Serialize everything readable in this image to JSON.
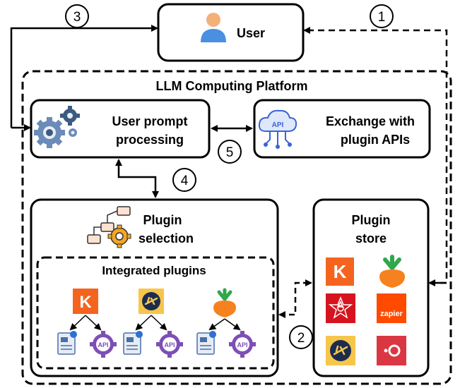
{
  "labels": {
    "user": "User",
    "platform": "LLM Computing Platform",
    "prompt_line1": "User prompt",
    "prompt_line2": "processing",
    "exchange_line1": "Exchange with",
    "exchange_line2": "plugin APIs",
    "selection_line1": "Plugin",
    "selection_line2": "selection",
    "integrated": "Integrated plugins",
    "store_line1": "Plugin",
    "store_line2": "store"
  },
  "steps": [
    "1",
    "2",
    "3",
    "4",
    "5"
  ],
  "icon_texts": {
    "kayak_letter": "K",
    "api": "API",
    "cloud_api": "API",
    "zapier": "zapier"
  },
  "colors": {
    "kayak": "#f4641e",
    "expedia": "#f6c64b",
    "expedia_plane": "#1c2c4e",
    "instacart_orange": "#f5821f",
    "instacart_green": "#2ea84a",
    "wolfram": "#d5141f",
    "zapier": "#ff4a00",
    "opentable": "#da3743",
    "user_head": "#f5b078",
    "user_body": "#4a8fe2",
    "gear_blue": "#6b8bb8",
    "gear_dark": "#3c5a82",
    "api_gear": "#7d4fb4",
    "cloud_blue": "#3b63d6"
  }
}
